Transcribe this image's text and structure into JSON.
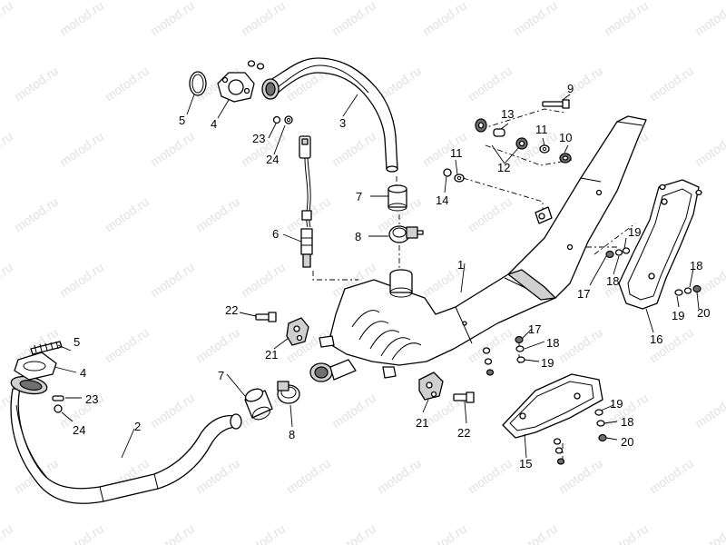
{
  "watermark": "motod.ru",
  "callouts": {
    "c1": "1",
    "c2": "2",
    "c3": "3",
    "c4a": "4",
    "c4b": "4",
    "c5a": "5",
    "c5b": "5",
    "c6": "6",
    "c7a": "7",
    "c7b": "7",
    "c8a": "8",
    "c8b": "8",
    "c9": "9",
    "c10": "10",
    "c11a": "11",
    "c11b": "11",
    "c12": "12",
    "c13": "13",
    "c14": "14",
    "c15": "15",
    "c16": "16",
    "c17a": "17",
    "c17b": "17",
    "c18a": "18",
    "c18b": "18",
    "c18c": "18",
    "c18d": "18",
    "c19a": "19",
    "c19b": "19",
    "c19c": "19",
    "c19d": "19",
    "c20a": "20",
    "c20b": "20",
    "c21a": "21",
    "c21b": "21",
    "c22a": "22",
    "c22b": "22",
    "c23a": "23",
    "c23b": "23",
    "c24a": "24",
    "c24b": "24"
  }
}
